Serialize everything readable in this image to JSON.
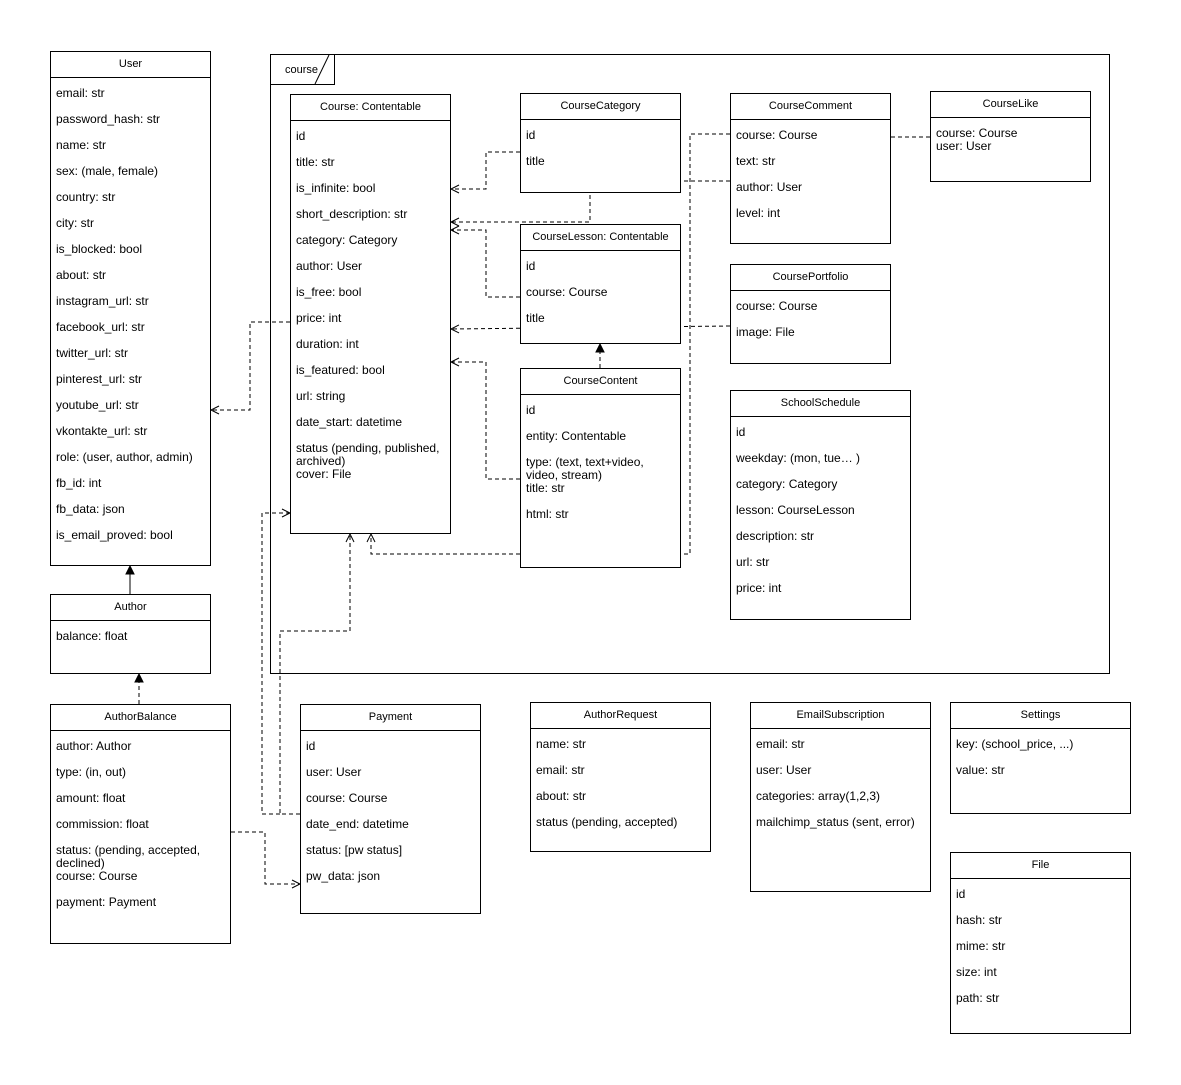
{
  "package": {
    "label": "course"
  },
  "classes": [
    {
      "id": "user",
      "title": "User",
      "fields": [
        "email: str",
        "password_hash: str",
        "name: str",
        "sex: (male, female)",
        "country: str",
        "city: str",
        "is_blocked: bool",
        "about: str",
        "instagram_url: str",
        "facebook_url: str",
        "twitter_url: str",
        "pinterest_url: str",
        "youtube_url: str",
        "vkontakte_url: str",
        "role: (user, author, admin)",
        "fb_id: int",
        "fb_data: json",
        "is_email_proved: bool"
      ]
    },
    {
      "id": "author",
      "title": "Author",
      "fields": [
        "balance: float"
      ]
    },
    {
      "id": "author-balance",
      "title": "AuthorBalance",
      "fields": [
        "author: Author",
        "type: (in, out)",
        "amount: float",
        "commission: float",
        "status: (pending, accepted, declined)",
        "course: Course",
        "payment: Payment"
      ]
    },
    {
      "id": "course",
      "title": "Course: Contentable",
      "fields": [
        "id",
        "title: str",
        "is_infinite: bool",
        "short_description: str",
        "category: Category",
        "author: User",
        "is_free: bool",
        "price: int",
        "duration: int",
        "is_featured: bool",
        "url: string",
        "date_start: datetime",
        "status (pending, published, archived)",
        "cover: File"
      ]
    },
    {
      "id": "course-category",
      "title": "CourseCategory",
      "fields": [
        "id",
        "title"
      ]
    },
    {
      "id": "course-lesson",
      "title": "CourseLesson: Contentable",
      "fields": [
        "id",
        "course: Course",
        "title"
      ]
    },
    {
      "id": "course-content",
      "title": "CourseContent",
      "fields": [
        "id",
        "entity: Contentable",
        "type: (text, text+video, video, stream)",
        "title: str",
        "html: str"
      ]
    },
    {
      "id": "course-comment",
      "title": "CourseComment",
      "fields": [
        "course: Course",
        "text: str",
        "author: User",
        "level: int"
      ]
    },
    {
      "id": "course-like",
      "title": "CourseLike",
      "compact": true,
      "fields": [
        "course: Course",
        "user: User"
      ]
    },
    {
      "id": "course-portfolio",
      "title": "CoursePortfolio",
      "fields": [
        "course: Course",
        "image: File"
      ]
    },
    {
      "id": "school-schedule",
      "title": "SchoolSchedule",
      "fields": [
        "id",
        "weekday: (mon, tue… )",
        "category: Category",
        "lesson: CourseLesson",
        "description: str",
        "url: str",
        "price: int"
      ]
    },
    {
      "id": "payment",
      "title": "Payment",
      "fields": [
        "id",
        "user: User",
        "course: Course",
        "date_end: datetime",
        "status: [pw status]",
        "pw_data: json"
      ]
    },
    {
      "id": "author-request",
      "title": "AuthorRequest",
      "fields": [
        "name: str",
        "email: str",
        "about: str",
        "status (pending, accepted)"
      ]
    },
    {
      "id": "email-subscription",
      "title": "EmailSubscription",
      "fields": [
        "email: str",
        "user: User",
        "categories: array(1,2,3)",
        "mailchimp_status (sent, error)"
      ]
    },
    {
      "id": "settings",
      "title": "Settings",
      "fields": [
        "key: (school_price, ...)",
        "value: str"
      ]
    },
    {
      "id": "file",
      "title": "File",
      "fields": [
        "id",
        "hash: str",
        "mime: str",
        "size: int",
        "path: str"
      ]
    }
  ],
  "edges": [
    {
      "id": "author-to-user",
      "from": "author",
      "to": "user",
      "style": "solid",
      "head": "filled"
    },
    {
      "id": "author-balance-to-author",
      "from": "author-balance",
      "to": "author",
      "style": "dashed",
      "head": "filled"
    },
    {
      "id": "course-to-user",
      "from": "course",
      "to": "user",
      "style": "dashed",
      "head": "open"
    },
    {
      "id": "course-category-to-course",
      "from": "course-category",
      "to": "course",
      "style": "dashed",
      "head": "open"
    },
    {
      "id": "course-comment-to-course",
      "from": "course-comment",
      "to": "course",
      "style": "dashed",
      "head": "open"
    },
    {
      "id": "course-lesson-to-course",
      "from": "course-lesson",
      "to": "course",
      "style": "dashed",
      "head": "open"
    },
    {
      "id": "course-portfolio-to-course",
      "from": "course-portfolio",
      "to": "course",
      "style": "dashed",
      "head": "open"
    },
    {
      "id": "course-content-to-course",
      "from": "course-content",
      "to": "course",
      "style": "dashed",
      "head": "open"
    },
    {
      "id": "course-content-to-lesson",
      "from": "course-content",
      "to": "course-lesson",
      "style": "dashed",
      "head": "filled"
    },
    {
      "id": "course-comment-to-course-bottom",
      "from": "course-comment",
      "to": "course",
      "style": "dashed",
      "head": "open"
    },
    {
      "id": "course-like-to-comment",
      "from": "course-like",
      "to": "course-comment",
      "style": "dashed",
      "head": "none"
    },
    {
      "id": "payment-to-course",
      "from": "payment",
      "to": "course",
      "style": "dashed",
      "head": "open"
    },
    {
      "id": "author-balance-to-payment",
      "from": "author-balance",
      "to": "payment",
      "style": "dashed",
      "head": "open"
    },
    {
      "id": "payment-to-course-cover",
      "from": "payment",
      "to": "course",
      "style": "dashed",
      "head": "open"
    }
  ]
}
